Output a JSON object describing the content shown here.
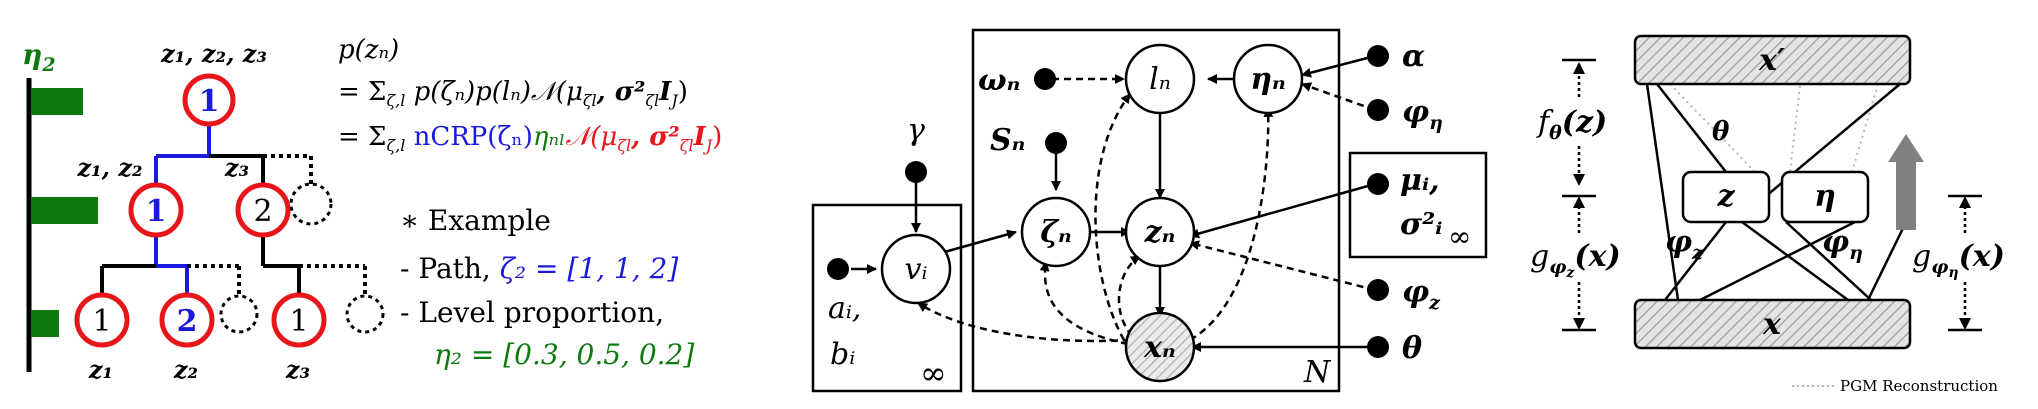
{
  "colors": {
    "blue": "#1a1adc",
    "red": "#e8161b",
    "green": "#0e7a0e",
    "hatch": "#bdbdbd",
    "arrow": "#808080",
    "dotted": "#b5b5b5"
  },
  "tree": {
    "eta_label_sym": "η",
    "eta_label_sub": "2",
    "root_id": "1",
    "root_label": "z₁, z₂, z₃",
    "level1_left_id": "1",
    "level1_right_id": "2",
    "level1_left_label": "z₁, z₂",
    "level1_right_label": "z₃",
    "leaf_ids": [
      "1",
      "2",
      "1"
    ],
    "leaf_labels": [
      "z₁",
      "z₂",
      "z₃"
    ]
  },
  "equations": {
    "line1": "p(zₙ)",
    "line2_prefix": "= Σ",
    "line2_sub": "ζ,l",
    "line2_body": " p(ζₙ)p(lₙ)𝒩(μ",
    "line2_tail": "ζl",
    "line2_sigma": ", σ²",
    "line2_sigma_sub": "ζl",
    "line2_end": "I",
    "line2_end_sub": "J",
    "line2_close": ")",
    "line3_prefix": "= Σ",
    "line3_sub": "ζ,l",
    "line3_ncrp": " nCRP(ζₙ)",
    "line3_eta": "ηₙₗ",
    "line3_normal": "𝒩(μ",
    "line3_normal_sub": "ζl",
    "line3_sigma": ", σ²",
    "line3_sigma_sub": "ζl",
    "line3_end": "I",
    "line3_end_sub": "J",
    "line3_close": ")"
  },
  "example": {
    "heading": "∗ Example",
    "path_label": "-   Path, ",
    "path_value": "ζ₂ = [1, 1, 2]",
    "level_label": "-   Level proportion,",
    "level_value": "η₂ = [0.3, 0.5, 0.2]"
  },
  "pgm": {
    "gamma": "γ",
    "v_node": "vᵢ",
    "ab_label_1": "aᵢ,",
    "ab_label_2": "bᵢ",
    "inf_left": "∞",
    "omega": "ωₙ",
    "s_node": "Sₙ",
    "l_node": "lₙ",
    "eta_node": "ηₙ",
    "zeta_node": "ζₙ",
    "z_node": "zₙ",
    "x_node": "xₙ",
    "n_plate": "N",
    "alpha": "α",
    "phi_eta": "φ",
    "phi_eta_sub": "η",
    "mu_sigma_1": "μᵢ,",
    "mu_sigma_2": "σ²ᵢ",
    "inf_right": "∞",
    "phi_z": "φ",
    "phi_z_sub": "z",
    "theta": "θ"
  },
  "vae": {
    "x_prime": "x′",
    "x": "x",
    "z_box": "z",
    "eta_box": "η",
    "theta_label": "θ",
    "phi_z": "φ",
    "phi_z_sub": "z",
    "phi_eta": "φ",
    "phi_eta_sub": "η",
    "f_label": "f",
    "f_sub": "θ",
    "f_arg": "(z)",
    "g_z_label": "g",
    "g_z_sub": "φ",
    "g_z_subsub": "z",
    "g_z_arg": "(x)",
    "g_eta_label": "g",
    "g_eta_sub": "φ",
    "g_eta_subsub": "η",
    "g_eta_arg": "(x)",
    "legend": "PGM Reconstruction"
  }
}
